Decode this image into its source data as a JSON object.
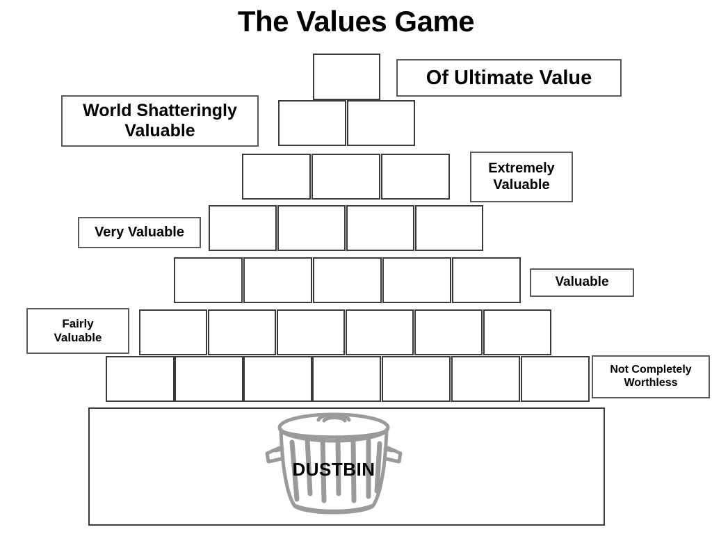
{
  "title": "The Values Game",
  "labels": [
    {
      "id": "of-ultimate-value",
      "lines": [
        "Of Ultimate Value"
      ]
    },
    {
      "id": "world-shatteringly-valuable",
      "lines": [
        "World Shatteringly",
        "Valuable"
      ]
    },
    {
      "id": "extremely-valuable",
      "lines": [
        "Extremely",
        "Valuable"
      ]
    },
    {
      "id": "very-valuable",
      "lines": [
        "Very Valuable"
      ]
    },
    {
      "id": "valuable",
      "lines": [
        "Valuable"
      ]
    },
    {
      "id": "fairly-valuable",
      "lines": [
        "Fairly",
        "Valuable"
      ]
    },
    {
      "id": "not-completely-worthless",
      "lines": [
        "Not Completely",
        "Worthless"
      ]
    }
  ],
  "pyramid": {
    "rows": [
      {
        "level": 1,
        "count": 1,
        "values": [
          "",
          "",
          "",
          "",
          "",
          "",
          ""
        ]
      },
      {
        "level": 2,
        "count": 2,
        "values": [
          "",
          "",
          "",
          "",
          "",
          "",
          ""
        ]
      },
      {
        "level": 3,
        "count": 3,
        "values": [
          "",
          "",
          "",
          "",
          "",
          "",
          ""
        ]
      },
      {
        "level": 4,
        "count": 4,
        "values": [
          "",
          "",
          "",
          "",
          "",
          "",
          ""
        ]
      },
      {
        "level": 5,
        "count": 5,
        "values": [
          "",
          "",
          "",
          "",
          "",
          "",
          ""
        ]
      },
      {
        "level": 6,
        "count": 6,
        "values": [
          "",
          "",
          "",
          "",
          "",
          "",
          ""
        ]
      },
      {
        "level": 7,
        "count": 7,
        "values": [
          "",
          "",
          "",
          "",
          "",
          "",
          ""
        ]
      }
    ]
  },
  "dustbin": {
    "caption": "DUSTBIN",
    "icon": "dustbin-icon"
  },
  "colors": {
    "background": "#ffffff",
    "text": "#000000",
    "slot_border": "#3a3a3a",
    "label_border": "#5a5a5a",
    "dustbin_art": "#9a9a9a"
  }
}
